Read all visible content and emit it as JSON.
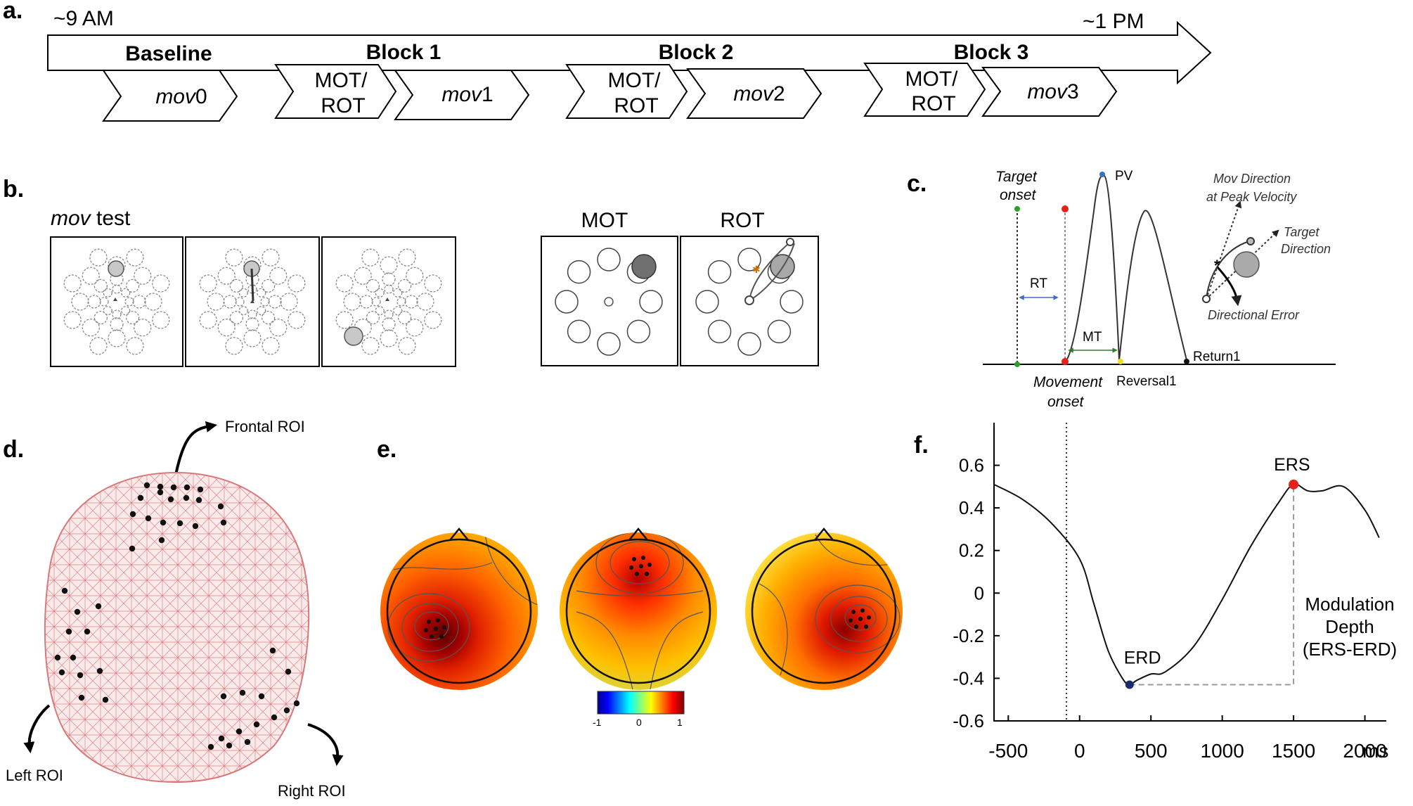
{
  "panel_a": {
    "label": "a.",
    "start_time": "~9 AM",
    "end_time": "~1 PM",
    "sections": [
      "Baseline",
      "Block 1",
      "Block  2",
      "Block 3"
    ],
    "mot_rot_top": "MOT/",
    "mot_rot_bottom": "ROT",
    "mov_prefix": "mov",
    "mov_numbers": [
      "0",
      "1",
      "2",
      "3"
    ]
  },
  "panel_b": {
    "label": "b.",
    "mov_italic": "mov",
    "mov_rest": " test",
    "mot_title": "MOT",
    "rot_title": "ROT"
  },
  "panel_c": {
    "label": "c.",
    "target_onset_1": "Target",
    "target_onset_2": "onset",
    "pv": "PV",
    "rt": "RT",
    "mt": "MT",
    "movement_onset_1": "Movement",
    "movement_onset_2": "onset",
    "reversal": "Reversal1",
    "return": "Return1",
    "mov_direction_1": "Mov Direction",
    "mov_direction_2": "at Peak Velocity",
    "target_direction_1": "Target",
    "target_direction_2": "Direction",
    "directional_error": "Directional Error",
    "colors": {
      "green": "#2ca02c",
      "red": "#e8201a",
      "blue": "#3a6fc4",
      "yellow": "#f0e020"
    }
  },
  "panel_d": {
    "label": "d.",
    "frontal": "Frontal ROI",
    "left": "Left ROI",
    "right": "Right ROI",
    "mesh_color": "#d9787a"
  },
  "panel_e": {
    "label": "e.",
    "cb_min": "-1",
    "cb_mid": "0",
    "cb_max": "1"
  },
  "panel_f": {
    "label": "f.",
    "erd": "ERD",
    "ers": "ERS",
    "mod_1": "Modulation",
    "mod_2": "Depth",
    "mod_3": "(ERS-ERD)",
    "x_unit": "ms",
    "x_ticks": [
      "-500",
      "0",
      "500",
      "1000",
      "1500",
      "2000"
    ],
    "y_ticks": [
      "0.6",
      "0.4",
      "0.2",
      "0",
      "-0.2",
      "-0.4",
      "-0.6"
    ],
    "erd_color": "#1a2a6a",
    "ers_color": "#e8201a"
  },
  "chart_data": {
    "type": "line",
    "xlabel": "ms",
    "ylabel": "",
    "xlim": [
      -600,
      2150
    ],
    "ylim": [
      -0.6,
      0.8
    ],
    "x": [
      -600,
      -400,
      -200,
      0,
      100,
      200,
      300,
      350,
      400,
      500,
      600,
      800,
      1000,
      1200,
      1400,
      1500,
      1600,
      1700,
      1850,
      2000,
      2100
    ],
    "series": [
      {
        "values": [
          0.51,
          0.44,
          0.33,
          0.16,
          -0.05,
          -0.27,
          -0.4,
          -0.43,
          -0.41,
          -0.38,
          -0.37,
          -0.25,
          -0.03,
          0.22,
          0.43,
          0.51,
          0.48,
          0.48,
          0.5,
          0.39,
          0.26
        ]
      }
    ],
    "annotations": [
      {
        "label": "ERD",
        "x": 350,
        "y": -0.43
      },
      {
        "label": "ERS",
        "x": 1500,
        "y": 0.51
      }
    ]
  }
}
